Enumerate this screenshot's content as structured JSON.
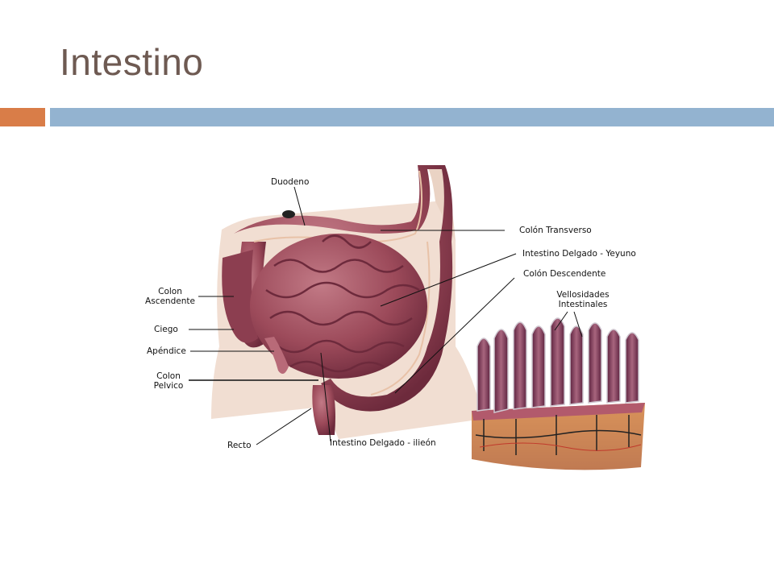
{
  "slide": {
    "title": "Intestino"
  },
  "colors": {
    "title": "#6e5a52",
    "accent_bar": "#d97d48",
    "header_bar": "#93b3d0",
    "intestine": "#9c4a5a",
    "body": "#f1ded2",
    "mucosa": "#8a3f5a"
  },
  "figure": {
    "labels": {
      "duodeno": "Duodeno",
      "colon_transverso": "Colón Transverso",
      "yeyuno": "Intestino Delgado - Yeyuno",
      "colon_descendente": "Colón Descendente",
      "vellosidades_1": "Vellosidades",
      "vellosidades_2": "Intestinales",
      "colon_asc_1": "Colon",
      "colon_asc_2": "Ascendente",
      "ciego": "Ciego",
      "apendice": "Apéndice",
      "colon_pel_1": "Colon",
      "colon_pel_2": "Pelvico",
      "recto": "Recto",
      "ileon": "Intestino Delgado - ilieón"
    }
  }
}
